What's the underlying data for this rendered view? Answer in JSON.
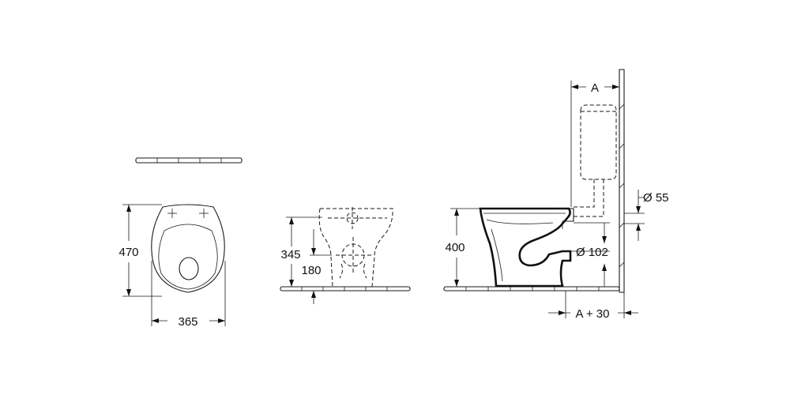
{
  "labels": {
    "depth": "470",
    "width": "365",
    "height_bowl": "345",
    "height_outlet_front": "180",
    "height_total": "400",
    "dim_a": "A",
    "inlet_diameter": "Ø 55",
    "outlet_diameter": "Ø 102",
    "dim_a30": "A + 30"
  },
  "colors": {
    "line": "#1a1a1a",
    "background": "#ffffff"
  }
}
